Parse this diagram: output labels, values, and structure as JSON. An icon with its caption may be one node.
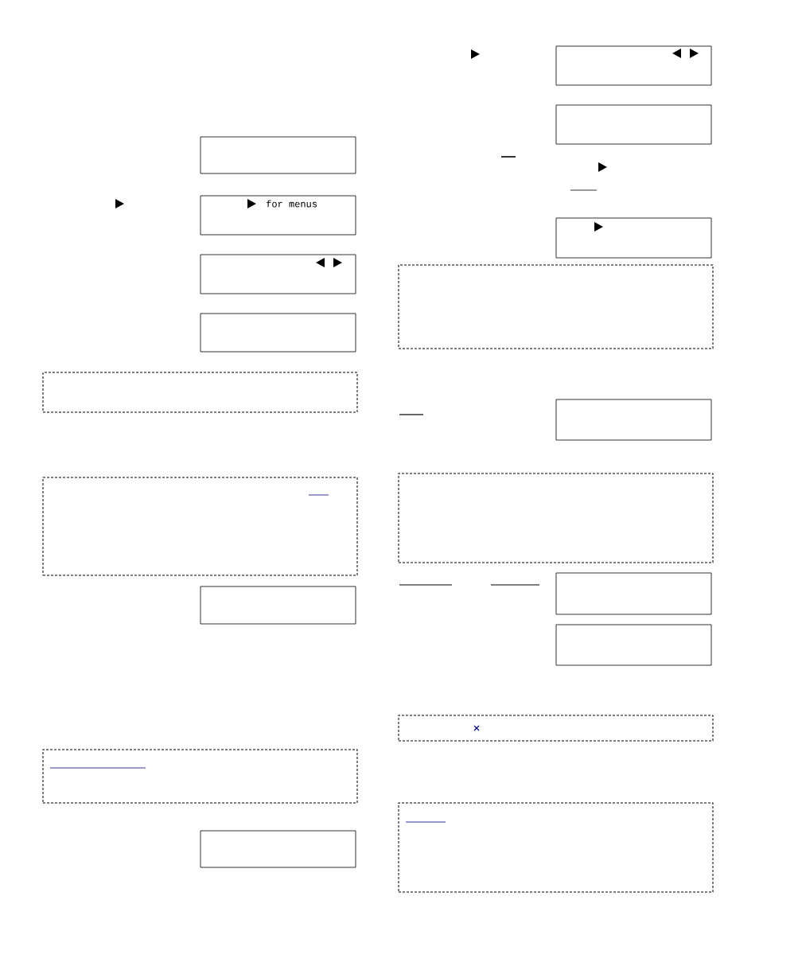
{
  "diagram": {
    "nodes": [
      {
        "text": [],
        "shape": "box"
      },
      {
        "text": [
          "for menus"
        ]
      },
      {
        "text": [],
        "shape": "box"
      },
      {
        "text": [],
        "shape": "box"
      },
      {
        "text": [],
        "shape": "box"
      },
      {
        "text": [],
        "shape": "box"
      },
      {
        "text": [],
        "shape": "box"
      },
      {
        "text": [],
        "shape": "box"
      },
      {
        "text": [],
        "shape": "box"
      },
      {
        "text": [],
        "shape": "box"
      },
      {
        "text": [],
        "shape": "box"
      },
      {
        "text": [],
        "shape": "box"
      },
      {
        "text": [],
        "shape": "box"
      },
      {
        "text": [],
        "shape": "box"
      },
      {
        "text": [],
        "shape": "box"
      },
      {
        "text": [],
        "shape": "box"
      },
      {
        "text": [],
        "shape": "box"
      },
      {
        "text": [],
        "shape": "box"
      },
      {
        "text": [],
        "shape": "box"
      }
    ]
  }
}
